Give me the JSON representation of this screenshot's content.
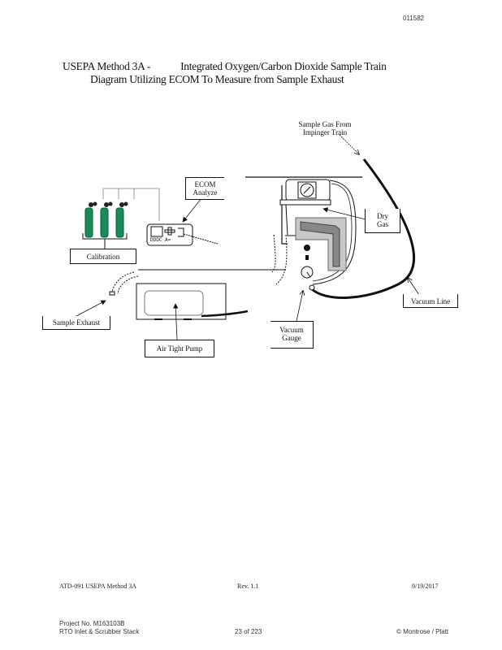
{
  "document": {
    "doc_number": "011582",
    "title_line1_left": "USEPA Method 3A -",
    "title_line1_right": "Integrated Oxygen/Carbon Dioxide Sample Train",
    "title_line2": "Diagram Utilizing ECOM To Measure from Sample Exhaust"
  },
  "diagram": {
    "labels": {
      "sample_gas_line1": "Sample Gas From",
      "sample_gas_line2": "Impinger Train",
      "ecom_line1": "ECOM",
      "ecom_line2": "Analyze",
      "dry_gas_line1": "Dry",
      "dry_gas_line2": "Gas",
      "calibration": "Calibration",
      "vacuum_line": "Vacuum Line",
      "sample_exhaust": "Sample Exhaust",
      "vacuum_gauge_line1": "Vacuum",
      "vacuum_gauge_line2": "Gauge",
      "air_tight_pump": "Air Tight Pump"
    },
    "analyzer_display": "DDDC A=",
    "colors": {
      "cylinder": "#1a8a5a",
      "meter_box": "#c8c8c8",
      "line": "#111111"
    }
  },
  "footer": {
    "doc_id": "ATD-091 USEPA Method 3A",
    "revision": "Rev. 1.1",
    "date": "9/19/2017",
    "project": "Project No. M163103B",
    "location": "RTO Inlet & Scrubber Stack",
    "page": "23 of 223",
    "company": "© Montrose / Platt"
  }
}
